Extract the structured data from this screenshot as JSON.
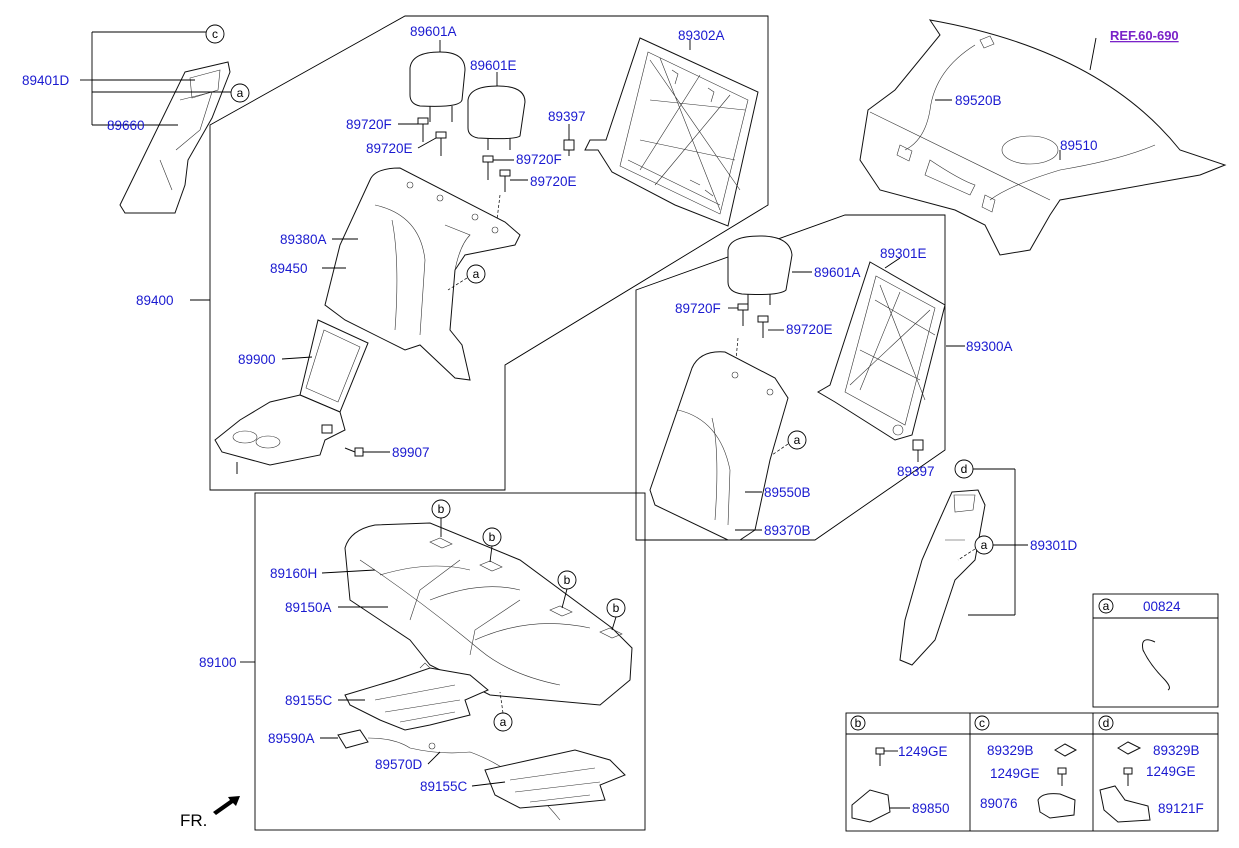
{
  "ref_link": "REF.60-690",
  "front_marker": "FR.",
  "callouts": {
    "a": "a",
    "b": "b",
    "c": "c",
    "d": "d"
  },
  "parts": {
    "p89401D": "89401D",
    "p89660": "89660",
    "p89400": "89400",
    "p89601A_top": "89601A",
    "p89601E": "89601E",
    "p89302A": "89302A",
    "p89720F_1": "89720F",
    "p89720E_1": "89720E",
    "p89720F_2": "89720F",
    "p89720E_2": "89720E",
    "p89397_top": "89397",
    "p89380A": "89380A",
    "p89450": "89450",
    "p89900": "89900",
    "p89907": "89907",
    "p89520B": "89520B",
    "p89510": "89510",
    "p89601A_r": "89601A",
    "p89301E": "89301E",
    "p89720F_3": "89720F",
    "p89720E_3": "89720E",
    "p89300A": "89300A",
    "p89550B": "89550B",
    "p89370B": "89370B",
    "p89397_r": "89397",
    "p89301D": "89301D",
    "p89100": "89100",
    "p89160H": "89160H",
    "p89150A": "89150A",
    "p89155C_1": "89155C",
    "p89590A": "89590A",
    "p89570D": "89570D",
    "p89155C_2": "89155C"
  },
  "legend": {
    "a": {
      "key": "a",
      "part": "00824"
    },
    "b": {
      "key": "b",
      "bolt": "1249GE",
      "part": "89850"
    },
    "c": {
      "key": "c",
      "pad": "89329B",
      "bolt": "1249GE",
      "part": "89076"
    },
    "d": {
      "key": "d",
      "pad": "89329B",
      "bolt": "1249GE",
      "part": "89121F"
    }
  }
}
